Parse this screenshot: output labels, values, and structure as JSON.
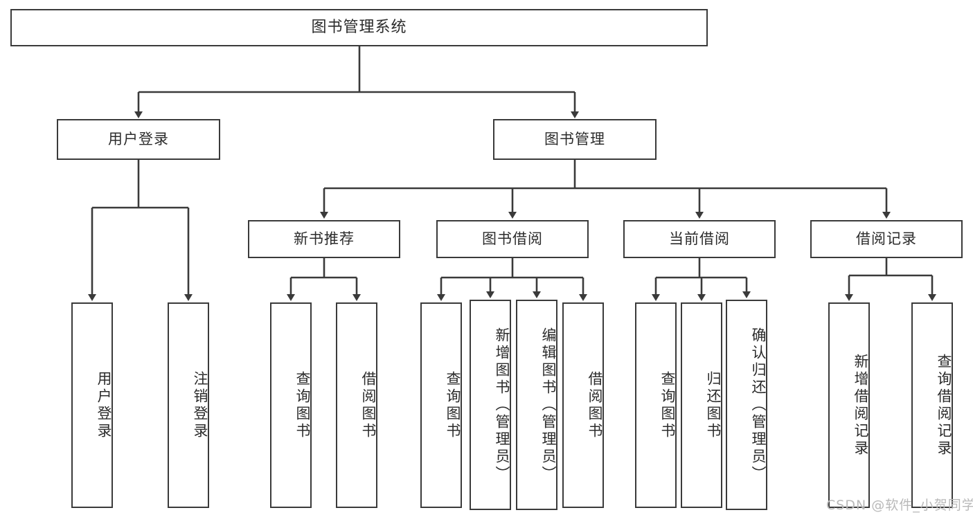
{
  "diagram": {
    "title": "图书管理系统",
    "watermark": "CSDN @软件_小贺同学",
    "line_color": "#3a3a3a",
    "text_color": "#2b2b2b",
    "background": "#ffffff",
    "nodes": {
      "root": "图书管理系统",
      "level2": {
        "user_login": "用户登录",
        "book_manage": "图书管理"
      },
      "level3": {
        "new_book_recommend": "新书推荐",
        "book_borrow": "图书借阅",
        "current_borrow": "当前借阅",
        "borrow_record": "借阅记录"
      },
      "user_login_children": [
        "用户登录",
        "注销登录"
      ],
      "new_book_recommend_children": [
        "查询图书",
        "借阅图书"
      ],
      "book_borrow_children": [
        "查询图书",
        "新增图书（管理员）",
        "编辑图书（管理员）",
        "借阅图书"
      ],
      "current_borrow_children": [
        "查询图书",
        "归还图书",
        "确认归还（管理员）"
      ],
      "borrow_record_children": [
        "新增借阅记录",
        "查询借阅记录"
      ]
    }
  }
}
